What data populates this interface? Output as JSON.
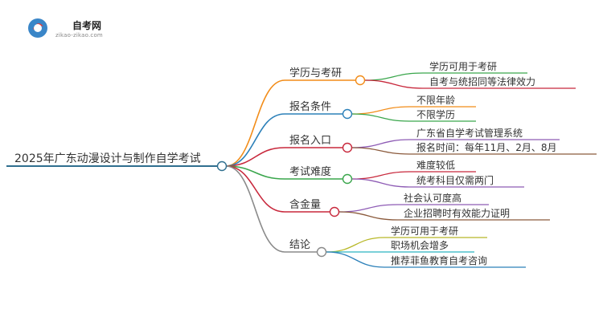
{
  "brand": {
    "name": "自考网",
    "site": "zikao-zikao.com"
  },
  "root": {
    "label": "2025年广东动漫设计与制作自学考试",
    "color": "#2f6f8f"
  },
  "branches": [
    {
      "label": "学历与考研",
      "color": "#f28c18",
      "children": [
        {
          "label": "学历可用于考研",
          "color": "#3aa64c"
        },
        {
          "label": "自考与统招同等法律效力",
          "color": "#c8283c"
        }
      ]
    },
    {
      "label": "报名条件",
      "color": "#2c80b9",
      "children": [
        {
          "label": "不限年龄",
          "color": "#f28c18"
        },
        {
          "label": "不限学历",
          "color": "#3aa64c"
        }
      ]
    },
    {
      "label": "报名入口",
      "color": "#c8283c",
      "children": [
        {
          "label": "广东省自学考试管理系统",
          "color": "#8e5cb5"
        },
        {
          "label": "报名时间：每年11月、2月、8月",
          "color": "#8b5a3c"
        }
      ]
    },
    {
      "label": "考试难度",
      "color": "#3aa64c",
      "children": [
        {
          "label": "难度较低",
          "color": "#c8283c"
        },
        {
          "label": "统考科目仅需两门",
          "color": "#8e5cb5"
        }
      ]
    },
    {
      "label": "含金量",
      "color": "#c8283c",
      "children": [
        {
          "label": "社会认可度高",
          "color": "#8e5cb5"
        },
        {
          "label": "企业招聘时有效能力证明",
          "color": "#8b5a3c"
        }
      ]
    },
    {
      "label": "结论",
      "color": "#8a8a8a",
      "children": [
        {
          "label": "学历可用于考研",
          "color": "#b8b828"
        },
        {
          "label": "职场机会增多",
          "color": "#2bb3c0"
        },
        {
          "label": "推荐菲鱼教育自考咨询",
          "color": "#2c80b9"
        }
      ]
    }
  ]
}
